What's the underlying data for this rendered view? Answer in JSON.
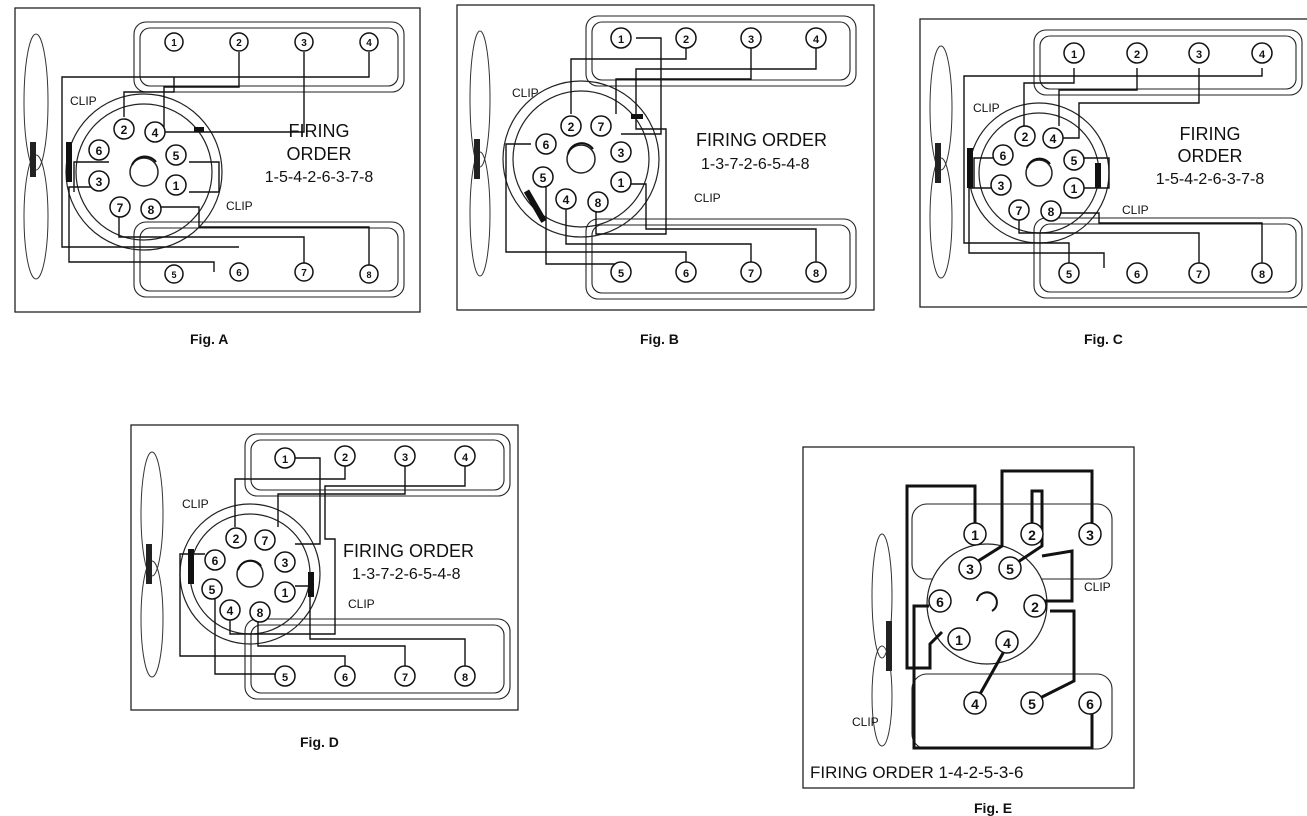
{
  "figures": [
    {
      "id": "A",
      "caption": "Fig. A",
      "firing_order_title": "FIRING",
      "firing_order_title2": "ORDER",
      "firing_order": "1-5-4-2-6-3-7-8",
      "clip_labels": [
        "CLIP",
        "CLIP"
      ],
      "top_cylinders": [
        "1",
        "2",
        "3",
        "4"
      ],
      "bottom_cylinders": [
        "5",
        "6",
        "7",
        "8"
      ],
      "cap_terminals": [
        "2",
        "4",
        "6",
        "5",
        "3",
        "1",
        "7",
        "8"
      ]
    },
    {
      "id": "B",
      "caption": "Fig. B",
      "firing_order_title": "FIRING ORDER",
      "firing_order": "1-3-7-2-6-5-4-8",
      "clip_labels": [
        "CLIP",
        "CLIP"
      ],
      "top_cylinders": [
        "1",
        "2",
        "3",
        "4"
      ],
      "bottom_cylinders": [
        "5",
        "6",
        "7",
        "8"
      ],
      "cap_terminals": [
        "2",
        "7",
        "6",
        "3",
        "5",
        "1",
        "4",
        "8"
      ]
    },
    {
      "id": "C",
      "caption": "Fig. C",
      "firing_order_title": "FIRING",
      "firing_order_title2": "ORDER",
      "firing_order": "1-5-4-2-6-3-7-8",
      "clip_labels": [
        "CLIP",
        "CLIP"
      ],
      "top_cylinders": [
        "1",
        "2",
        "3",
        "4"
      ],
      "bottom_cylinders": [
        "5",
        "6",
        "7",
        "8"
      ],
      "cap_terminals": [
        "2",
        "4",
        "6",
        "5",
        "3",
        "1",
        "7",
        "8"
      ]
    },
    {
      "id": "D",
      "caption": "Fig. D",
      "firing_order_title": "FIRING ORDER",
      "firing_order": "1-3-7-2-6-5-4-8",
      "clip_labels": [
        "CLIP",
        "CLIP"
      ],
      "top_cylinders": [
        "1",
        "2",
        "3",
        "4"
      ],
      "bottom_cylinders": [
        "5",
        "6",
        "7",
        "8"
      ],
      "cap_terminals": [
        "2",
        "7",
        "6",
        "3",
        "5",
        "1",
        "4",
        "8"
      ]
    },
    {
      "id": "E",
      "caption": "Fig. E",
      "firing_order_label": "FIRING ORDER  1-4-2-5-3-6",
      "clip_labels": [
        "CLIP",
        "CLIP"
      ],
      "top_cylinders": [
        "1",
        "2",
        "3"
      ],
      "bottom_cylinders": [
        "4",
        "5",
        "6"
      ],
      "cap_terminals": [
        "3",
        "5",
        "6",
        "2",
        "1",
        "4"
      ]
    }
  ]
}
